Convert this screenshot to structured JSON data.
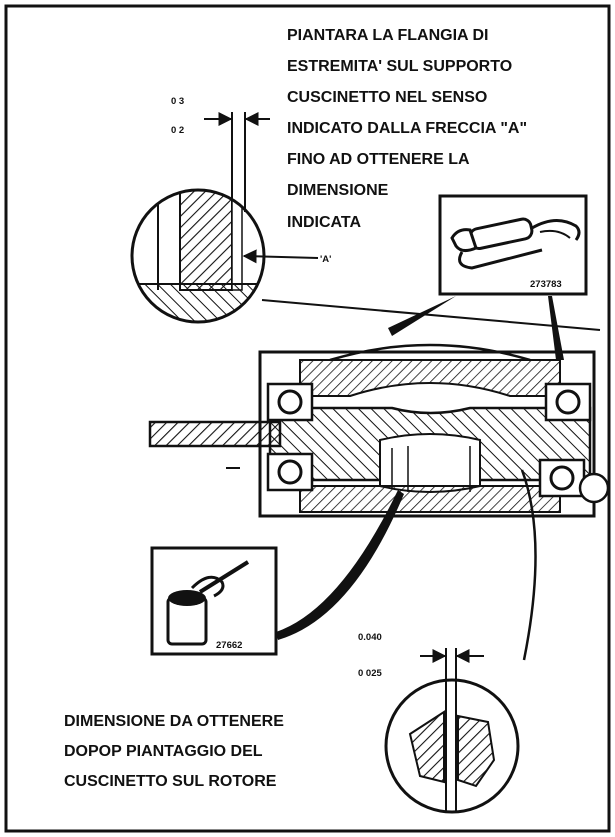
{
  "instruction_top": [
    "PIANTARA LA FLANGIA DI",
    "ESTREMITA' SUL SUPPORTO",
    "CUSCINETTO NEL SENSO",
    "INDICATO DALLA FRECCIA \"A\"",
    "FINO AD OTTENERE LA",
    "DIMENSIONE",
    "INDICATA"
  ],
  "top_dimension": {
    "upper": "0 3",
    "lower": "0 2"
  },
  "arrow_label": "'A'",
  "tool_grease_gun_code": "273783",
  "tool_oil_can_code": "27662",
  "bottom_dimension": {
    "upper": "0.040",
    "lower": "0 025"
  },
  "instruction_bottom": [
    "DIMENSIONE DA OTTENERE",
    "DOPOP PIANTAGGIO DEL",
    "CUSCINETTO SUL ROTORE"
  ],
  "colors": {
    "ink": "#111111",
    "paper": "#ffffff"
  },
  "icons": [
    "grease-gun-icon",
    "oil-can-icon"
  ]
}
